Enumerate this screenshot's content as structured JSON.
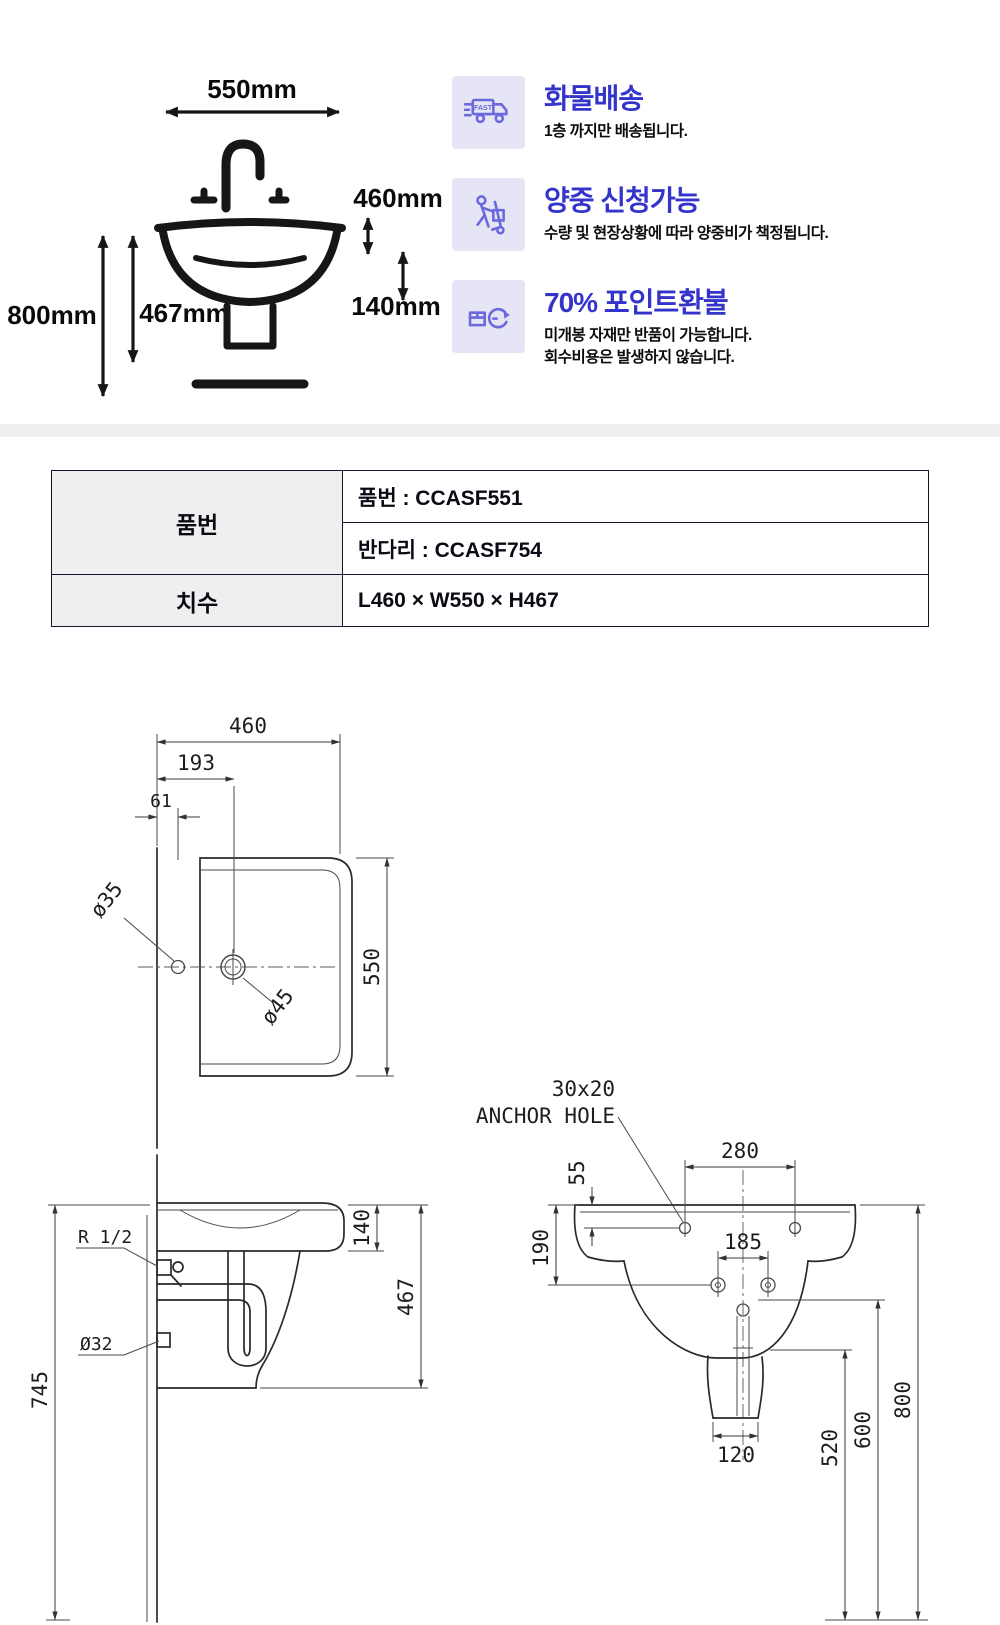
{
  "colors": {
    "accent_title": "#3434cb",
    "icon_bg": "#e5e5f6",
    "icon_stroke": "#6a6ade",
    "table_border": "#14142a",
    "table_label_bg": "#efeff0"
  },
  "hero": {
    "dims": {
      "width": "550mm",
      "depth": "460mm",
      "apron": "140mm",
      "install_height": "800mm",
      "basin_height": "467mm"
    },
    "truck_label": "FAST",
    "features": [
      {
        "title": "화물배송",
        "lines": [
          "1층 까지만 배송됩니다."
        ]
      },
      {
        "title": "양중 신청가능",
        "lines": [
          "수량 및 현장상황에 따라 양중비가 책정됩니다."
        ]
      },
      {
        "title": "70% 포인트환불",
        "lines": [
          "미개봉 자재만 반품이 가능합니다.",
          "회수비용은 발생하지 않습니다."
        ]
      }
    ]
  },
  "spec_table": {
    "row1_label": "품번",
    "row1_value_a": "품번 : CCASF551",
    "row1_value_b": "반다리 : CCASF754",
    "row2_label": "치수",
    "row2_value": "L460 × W550 × H467"
  },
  "drawing": {
    "top_view": {
      "w460": "460",
      "w193": "193",
      "w61": "61",
      "dia35": "ø35",
      "dia45": "ø45",
      "h550": "550"
    },
    "side_view": {
      "h140": "140",
      "h467": "467",
      "h745": "745",
      "supply": "R 1/2",
      "drain": "Ø32"
    },
    "front_view": {
      "anchor_size": "30x20",
      "anchor_label": "ANCHOR HOLE",
      "d55": "55",
      "d280": "280",
      "d190": "190",
      "d185": "185",
      "d120": "120",
      "d520": "520",
      "d600": "600",
      "d800": "800"
    }
  }
}
